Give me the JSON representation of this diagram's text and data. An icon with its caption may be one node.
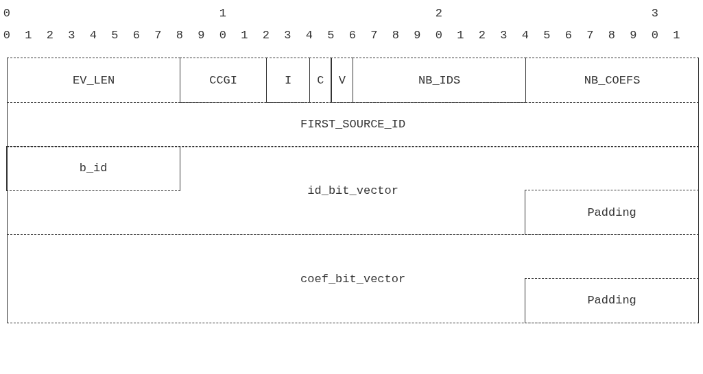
{
  "diagram": {
    "nodes": [
      {
        "text": [
          "EV_LEN"
        ]
      },
      {
        "text": [
          "CCGI"
        ]
      },
      {
        "text": [
          "I"
        ]
      },
      {
        "text": [
          "C"
        ]
      },
      {
        "text": [
          "V"
        ]
      },
      {
        "text": [
          "NB_IDS"
        ]
      },
      {
        "text": [
          "NB_COEFS"
        ]
      },
      {
        "text": [
          "FIRST_SOURCE_ID"
        ]
      },
      {
        "text": [
          "id_bit_vector"
        ]
      },
      {
        "text": [
          "b_id"
        ],
        "in": 8
      },
      {
        "text": [
          "Padding"
        ],
        "in": 8
      },
      {
        "text": [
          "coef_bit_vector"
        ]
      },
      {
        "text": [
          "Padding"
        ],
        "in": 11
      }
    ],
    "labels": [
      "0",
      "1",
      "2",
      "3",
      "0",
      "1",
      "2",
      "3",
      "4",
      "5",
      "6",
      "7",
      "8",
      "9",
      "0",
      "1",
      "2",
      "3",
      "4",
      "5",
      "6",
      "7",
      "8",
      "9",
      "0",
      "1",
      "2",
      "3",
      "4",
      "5",
      "6",
      "7",
      "8",
      "9",
      "0",
      "1"
    ]
  }
}
